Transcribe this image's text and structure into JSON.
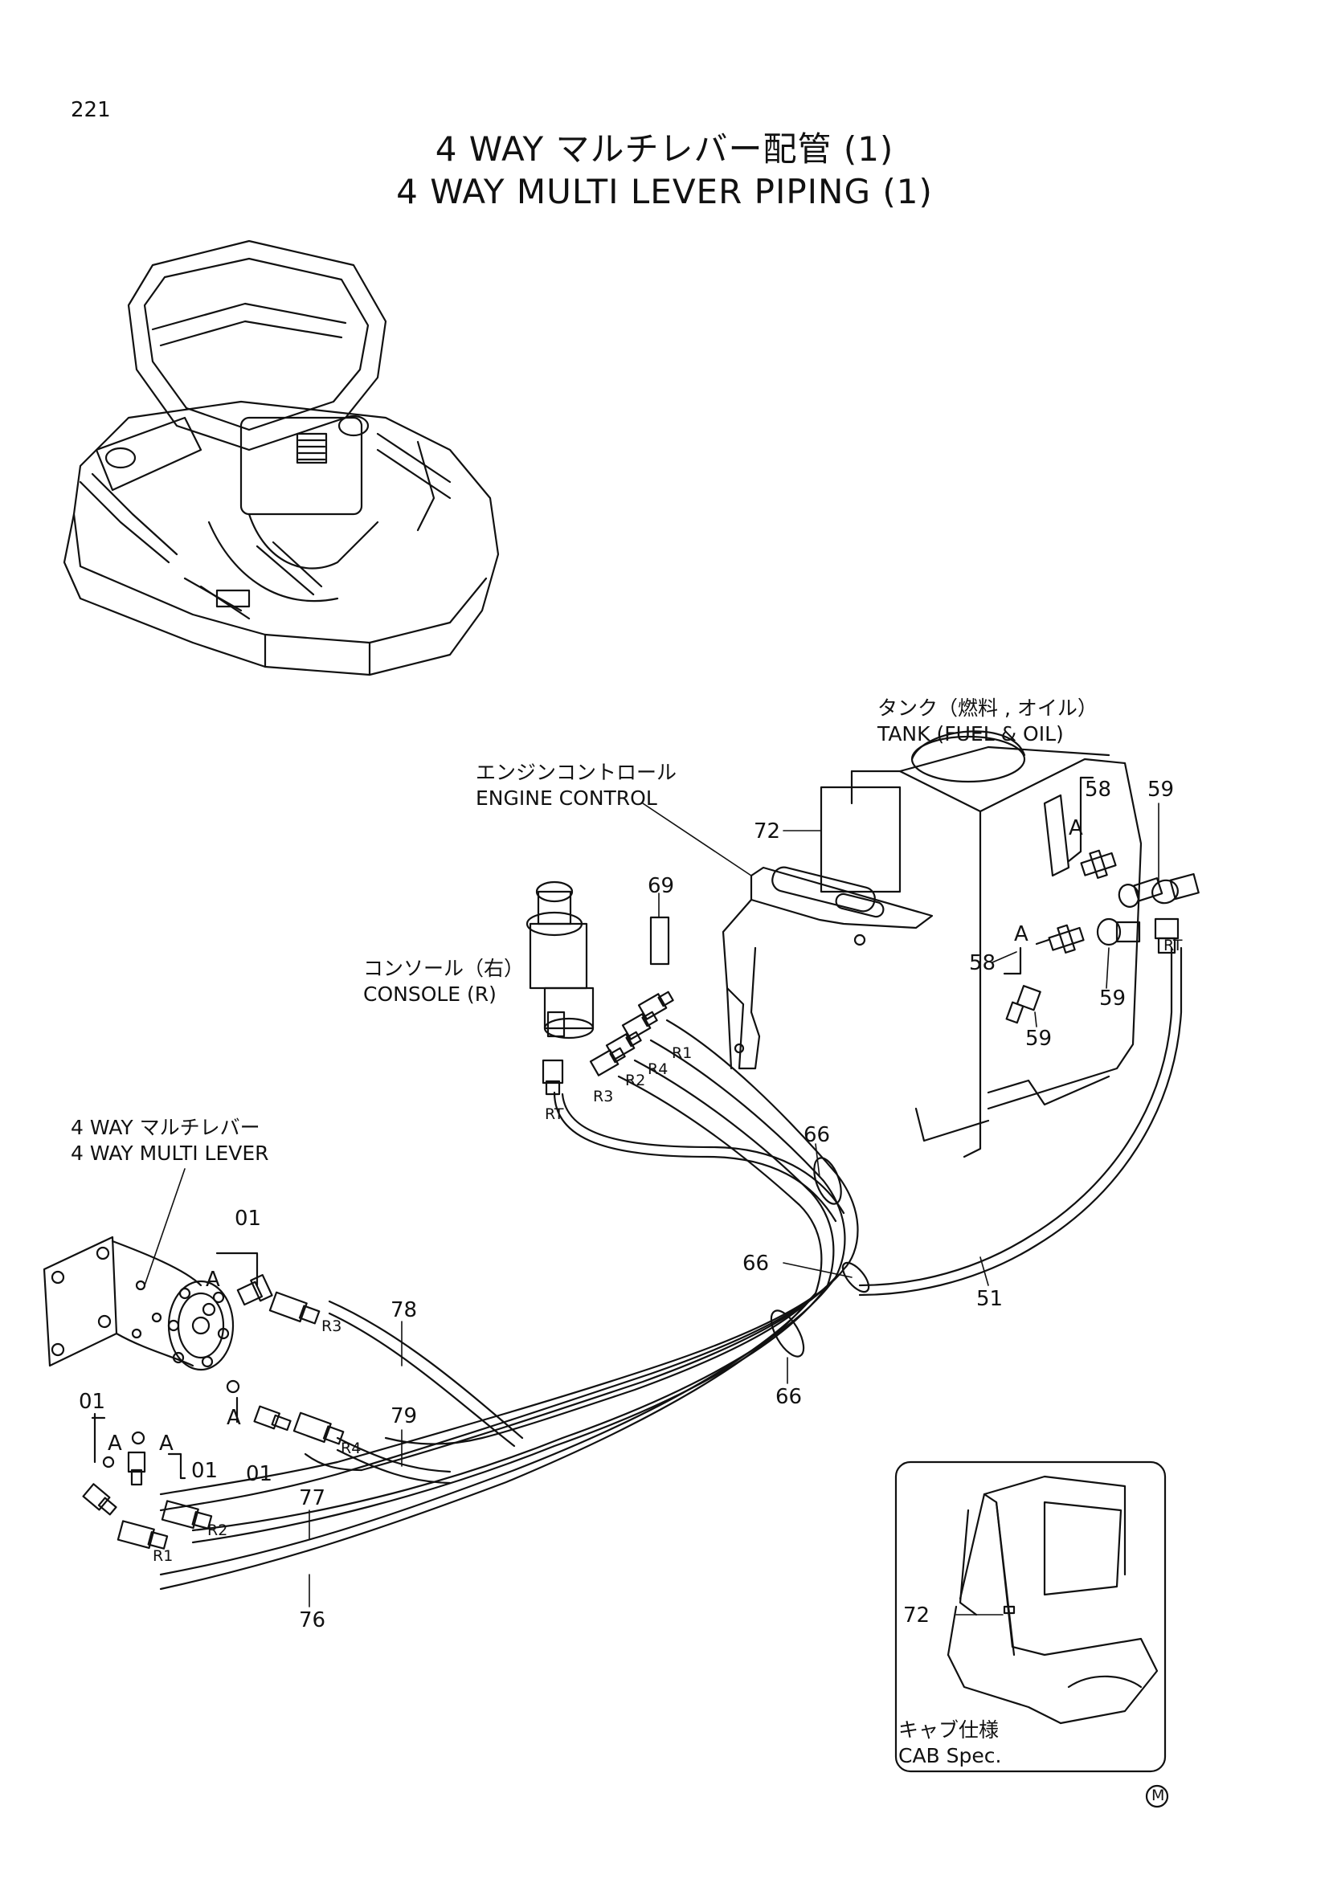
{
  "page_number": "221",
  "title_jp": "4 WAY マルチレバー配管 (1)",
  "title_en": "4 WAY MULTI LEVER PIPING (1)",
  "captions": {
    "tank_jp": "タンク（燃料 , オイル）",
    "tank_en": "TANK (FUEL & OIL)",
    "engine_jp": "エンジンコントロール",
    "engine_en": "ENGINE  CONTROL",
    "console_jp": "コンソール（右）",
    "console_en": "CONSOLE (R)",
    "lever_jp": "4 WAY マルチレバー",
    "lever_en": "4 WAY  MULTI  LEVER",
    "cab_jp": "キャブ仕様",
    "cab_en": "CAB  Spec."
  },
  "callouts": {
    "p72a": "72",
    "p69": "69",
    "p58a": "58",
    "p59a": "59",
    "p58b": "58",
    "p59b": "59",
    "p59c": "59",
    "p66a": "66",
    "p66b": "66",
    "p66c": "66",
    "p51": "51",
    "p01a": "01",
    "p01b": "01",
    "p01c": "01",
    "p01d": "01",
    "p78": "78",
    "p79": "79",
    "p77": "77",
    "p76": "76",
    "p72b": "72"
  },
  "markers": {
    "a1": "A",
    "a2": "A",
    "a3": "A",
    "a4": "A",
    "a5": "A",
    "a6": "A",
    "rt1": "RT",
    "rt2": "RT",
    "r1a": "R1",
    "r2a": "R2",
    "r3a": "R3",
    "r4a": "R4",
    "r3b": "R3",
    "r4b": "R4",
    "r2b": "R2",
    "r1b": "R1"
  },
  "footer_mark": "M"
}
